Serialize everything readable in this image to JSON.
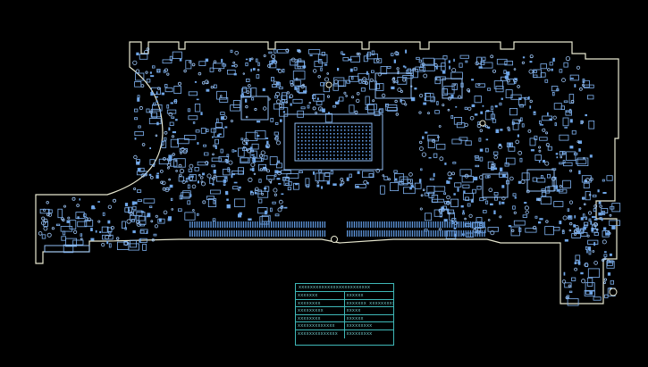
{
  "viewer": {
    "title": "",
    "background": "#000000",
    "outline_color": "#e8e8d0",
    "component_color": "#7fb2f0",
    "legend_color": "#3fb8b8"
  },
  "legend": {
    "title": "xxxxxxxxxxxxxxxxxxxxxxxxx",
    "rows": [
      {
        "left": "xxxxxxx",
        "right": "xxxxxx"
      },
      {
        "left": "xxxxxxxx",
        "right": "xxxxxxx xxxxxxxxxxx"
      },
      {
        "left": "xxxxxxxxx",
        "right": "xxxxx"
      },
      {
        "left": "xxxxxxxx",
        "right": "xxxxxx"
      },
      {
        "left": "xxxxxxxxxxxxx",
        "right": "xxxxxxxxx"
      },
      {
        "left": "xxxxxxxxxxxxxx",
        "right": "xxxxxxxxx"
      }
    ]
  }
}
